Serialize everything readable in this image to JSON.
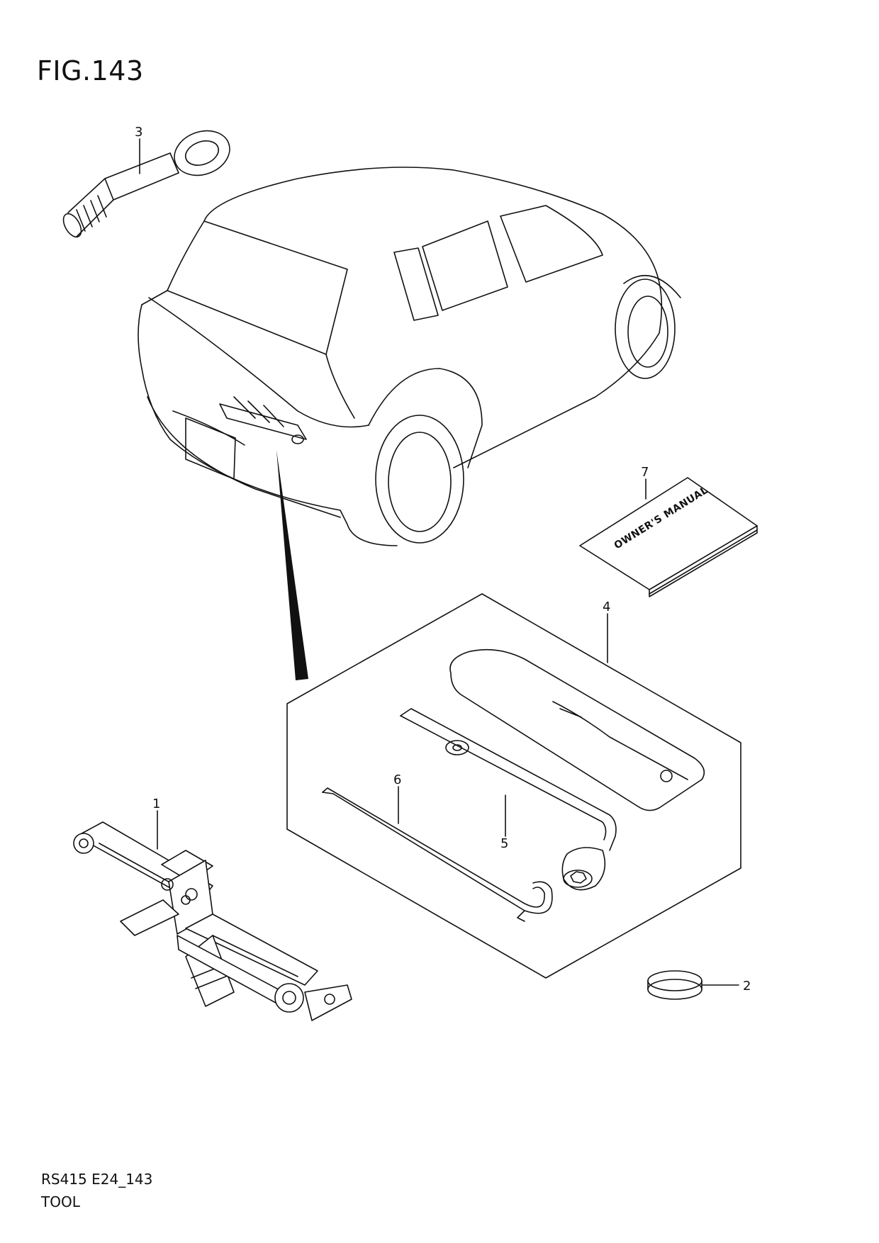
{
  "figure": {
    "title": "FIG.143"
  },
  "footer": {
    "model_code": "RS415 E24_143",
    "group_name": "TOOL"
  },
  "manual": {
    "cover_text": "OWNER'S MANUAL"
  },
  "callouts": [
    {
      "id": "jack",
      "label": "1"
    },
    {
      "id": "ring",
      "label": "2"
    },
    {
      "id": "tow-hook",
      "label": "3"
    },
    {
      "id": "tool-bag",
      "label": "4"
    },
    {
      "id": "wheel-wrench",
      "label": "5"
    },
    {
      "id": "jack-handle",
      "label": "6"
    },
    {
      "id": "owners-manual",
      "label": "7"
    }
  ]
}
